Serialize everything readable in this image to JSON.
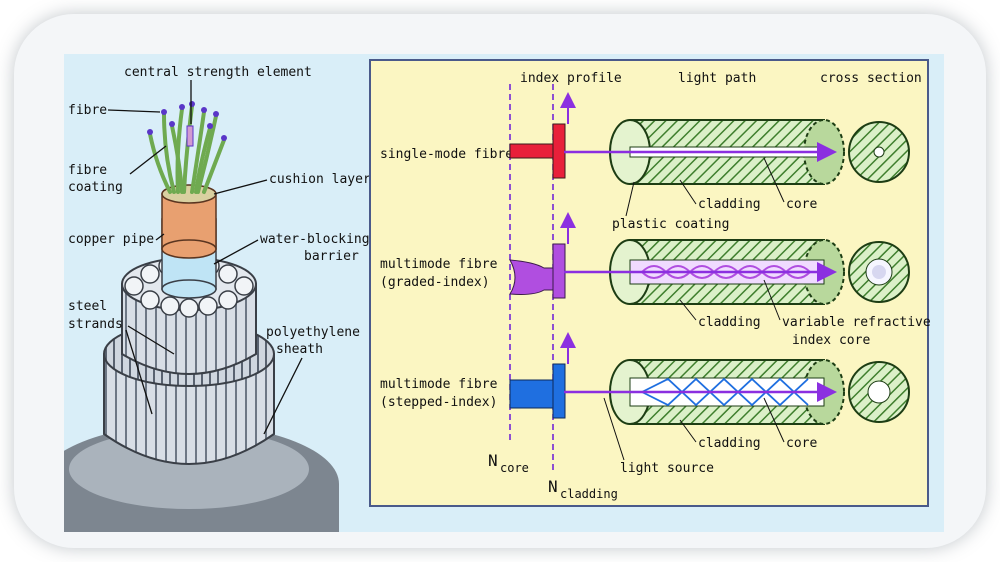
{
  "cable": {
    "central_strength_element": "central strength element",
    "fibre": "fibre",
    "fibre_coating_1": "fibre",
    "fibre_coating_2": "coating",
    "cushion_layer": "cushion layer",
    "copper_pipe": "copper pipe",
    "water_blocking_1": "water-blocking",
    "water_blocking_2": "barrier",
    "steel_strands_1": "steel",
    "steel_strands_2": "strands",
    "polyethylene_1": "polyethylene",
    "polyethylene_2": "sheath"
  },
  "panel": {
    "headers": {
      "index_profile": "index profile",
      "light_path": "light path",
      "cross_section": "cross section"
    },
    "rows": [
      {
        "label_1": "single-mode fibre",
        "label_2": "",
        "note_a": "cladding",
        "note_b": "core",
        "note_c": "plastic coating",
        "note_d": ""
      },
      {
        "label_1": "multimode fibre",
        "label_2": "(graded-index)",
        "note_a": "cladding",
        "note_b": "variable refractive",
        "note_c": "",
        "note_d": "index core"
      },
      {
        "label_1": "multimode fibre",
        "label_2": "(stepped-index)",
        "note_a": "cladding",
        "note_b": "core",
        "note_c": "light source",
        "note_d": ""
      }
    ],
    "n_core_main": "N",
    "n_core_sub": "core",
    "n_cladding_main": "N",
    "n_cladding_sub": "cladding"
  },
  "colors": {
    "single_mode": "#e8203a",
    "graded": "#b04ee0",
    "stepped": "#1f6fe0",
    "panel_bg": "#fbf6c2",
    "axis": "#6a18d8",
    "fiber_green": "#7ab85c",
    "copper": "#e8a070"
  }
}
